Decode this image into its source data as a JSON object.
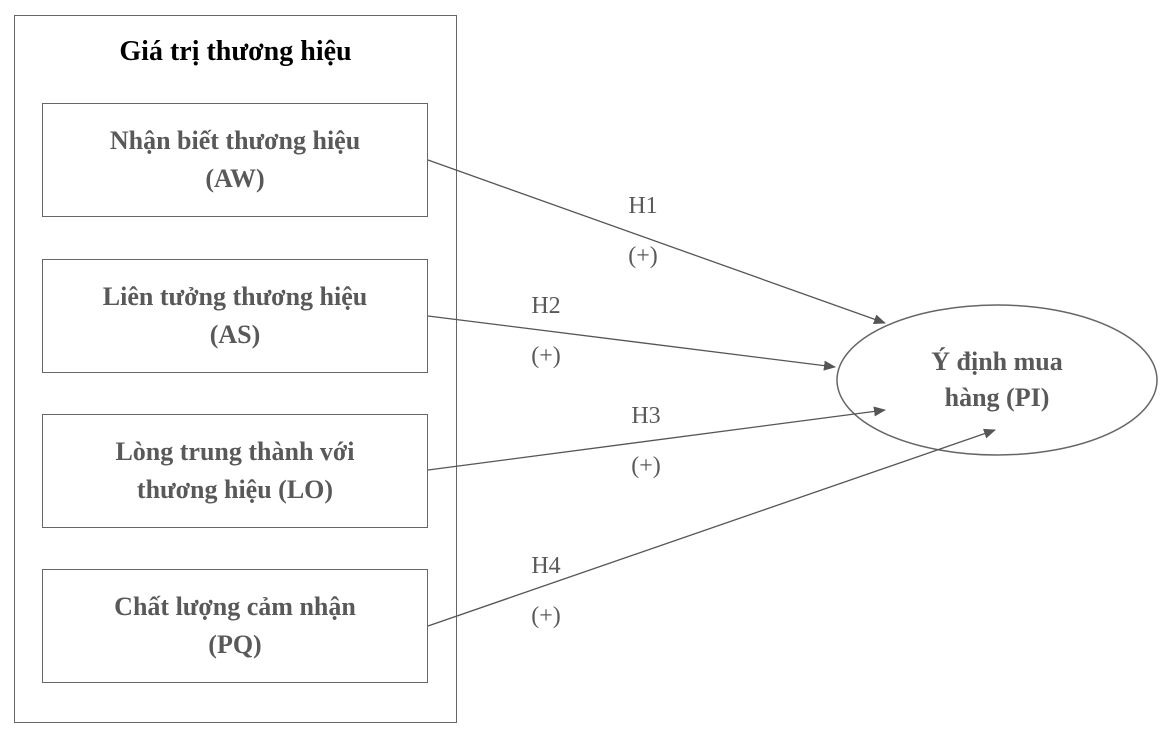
{
  "title": "Giá trị thương hiệu",
  "constructs": [
    {
      "line1": "Nhận biết thương hiệu",
      "line2": "(AW)"
    },
    {
      "line1": "Liên tưởng thương hiệu",
      "line2": "(AS)"
    },
    {
      "line1": "Lòng trung thành với",
      "line2": "thương hiệu (LO)"
    },
    {
      "line1": "Chất lượng cảm nhận",
      "line2": "(PQ)"
    }
  ],
  "outcome": {
    "line1": "Ý định mua",
    "line2": "hàng (PI)"
  },
  "hypotheses": [
    {
      "label": "H1",
      "sign": "(+)"
    },
    {
      "label": "H2",
      "sign": "(+)"
    },
    {
      "label": "H3",
      "sign": "(+)"
    },
    {
      "label": "H4",
      "sign": "(+)"
    }
  ],
  "colors": {
    "text": "#595959",
    "border": "#666666"
  }
}
